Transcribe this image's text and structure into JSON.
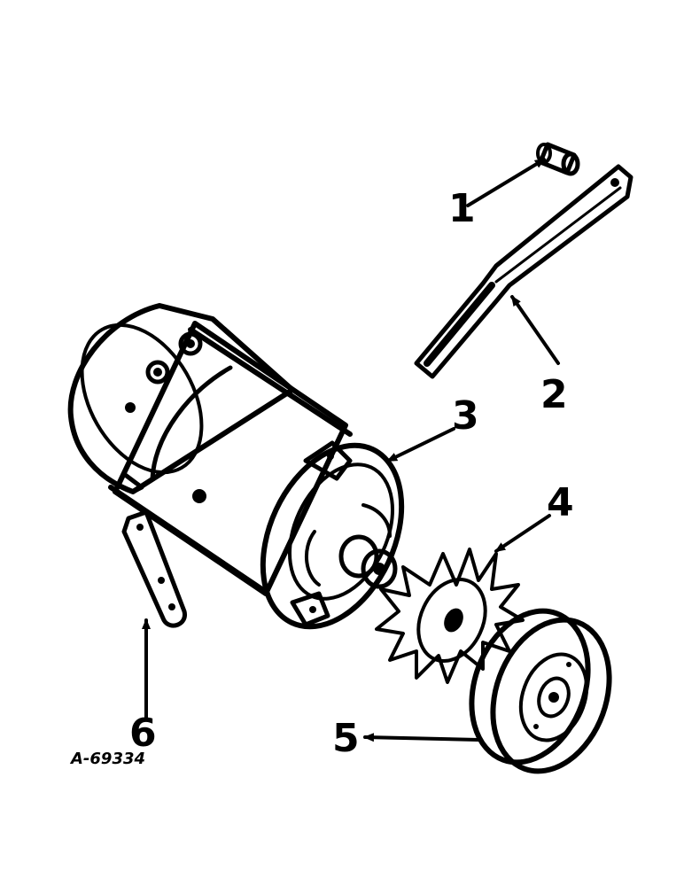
{
  "diagram": {
    "reference_code": "A-69334",
    "callouts": [
      {
        "id": "1",
        "label": "1",
        "part": "spacer"
      },
      {
        "id": "2",
        "label": "2",
        "part": "adjusting-brace"
      },
      {
        "id": "3",
        "label": "3",
        "part": "generator"
      },
      {
        "id": "4",
        "label": "4",
        "part": "fan"
      },
      {
        "id": "5",
        "label": "5",
        "part": "pulley"
      },
      {
        "id": "6",
        "label": "6",
        "part": "support-strap"
      }
    ],
    "colors": {
      "ink": "#000000",
      "paper": "#ffffff"
    }
  }
}
